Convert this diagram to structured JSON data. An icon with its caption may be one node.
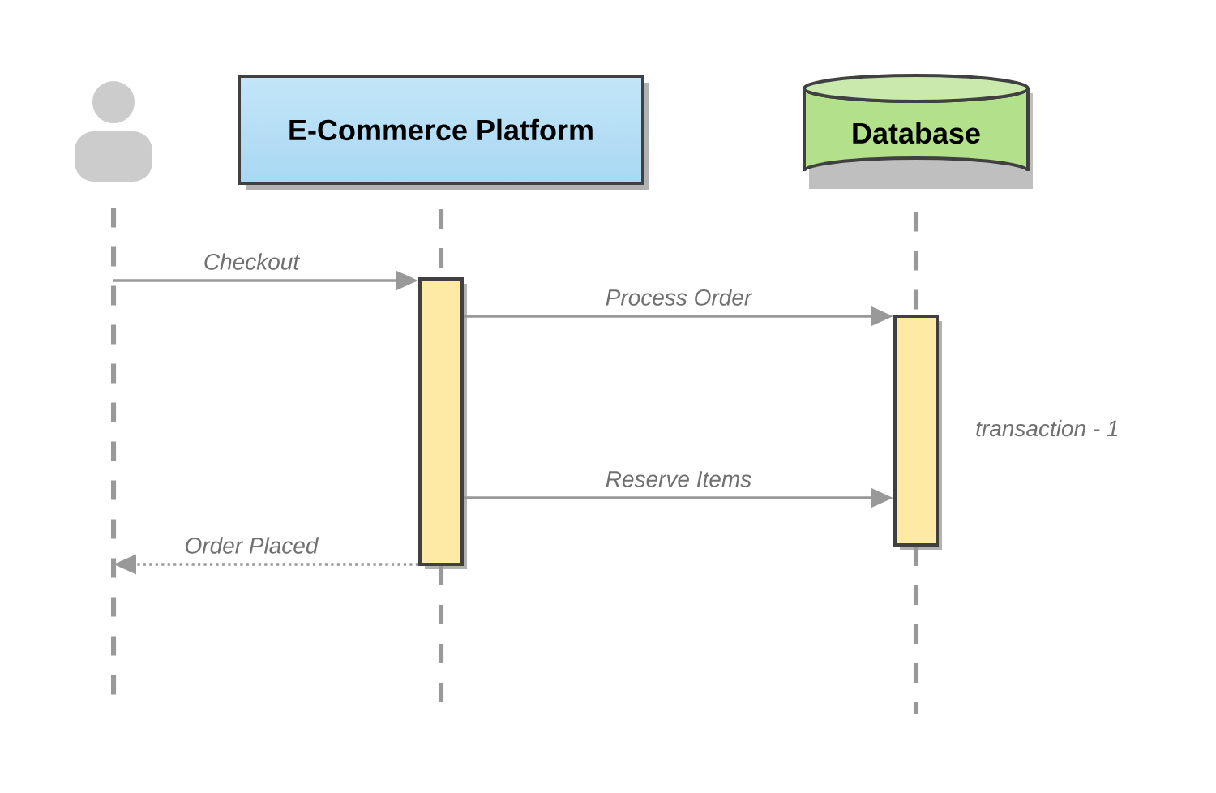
{
  "diagram": {
    "nodes": [
      {
        "text": [],
        "shape": "person"
      },
      {
        "text": [
          "E-Commerce Platform"
        ]
      },
      {
        "text": [
          "Database"
        ]
      },
      {
        "text": [],
        "shape": "bar"
      },
      {
        "text": [],
        "shape": "bar",
        "beside": [
          "transaction - 1"
        ]
      }
    ],
    "edges": [
      {
        "from": 0,
        "to": null,
        "arrow": "none",
        "style": "dashed"
      },
      {
        "from": 1,
        "to": 3,
        "arrow": "none",
        "style": "dashed"
      },
      {
        "from": 3,
        "to": null,
        "arrow": "none",
        "style": "dashed"
      },
      {
        "from": 2,
        "to": 4,
        "arrow": "none",
        "style": "dashed"
      },
      {
        "from": 4,
        "to": null,
        "arrow": "none",
        "style": "dashed"
      },
      {
        "from": null,
        "to": 3,
        "arrow": "to",
        "label": "Checkout"
      },
      {
        "from": 3,
        "to": 4,
        "arrow": "to",
        "label": "Process Order"
      },
      {
        "from": 3,
        "to": 4,
        "arrow": "to",
        "label": "Reserve Items"
      },
      {
        "from": 3,
        "to": null,
        "arrow": "to",
        "label": "Order Placed",
        "style": "dashed"
      }
    ]
  }
}
